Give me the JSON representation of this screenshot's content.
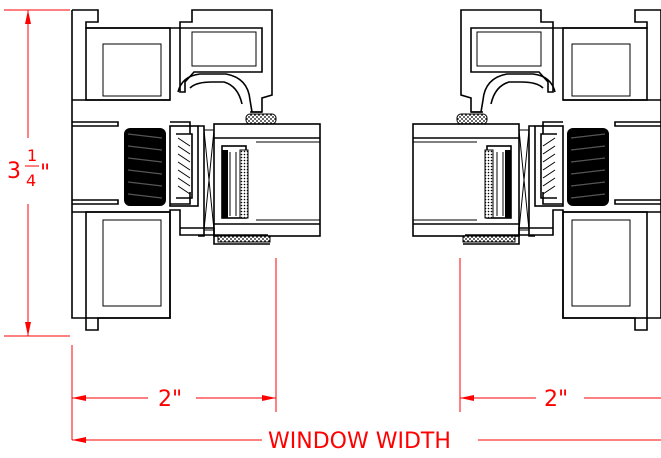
{
  "colors": {
    "dimension": "#ff0000",
    "line": "#000000",
    "background": "#ffffff"
  },
  "dimensions": {
    "height_whole": "3",
    "height_numerator": "1",
    "height_denominator": "4",
    "height_unit": "\"",
    "left_width": "2\"",
    "right_width": "2\"",
    "overall_width": "WINDOW WIDTH"
  }
}
